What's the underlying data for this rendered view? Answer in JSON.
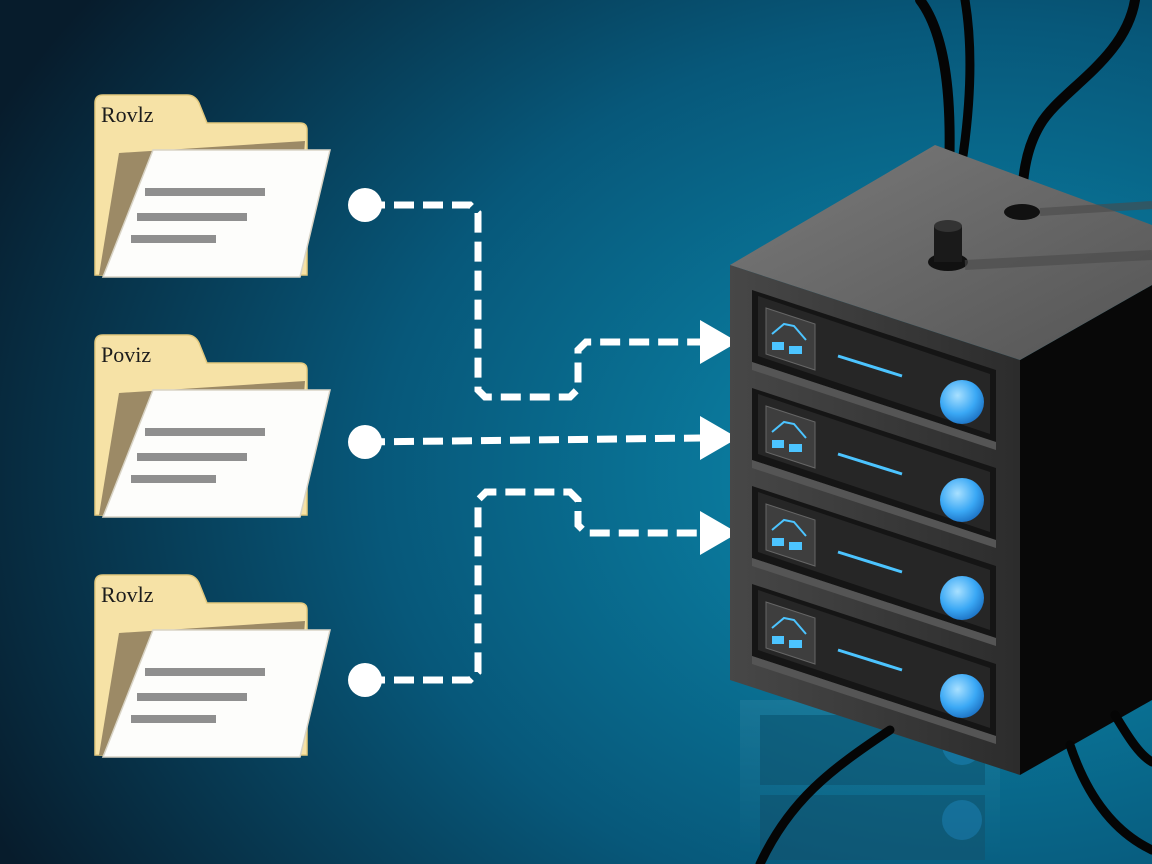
{
  "diagram": {
    "folders": [
      {
        "label": "Rovlz"
      },
      {
        "label": "Poviz"
      },
      {
        "label": "Rovlz"
      }
    ],
    "server": {
      "drive_count": 4
    },
    "colors": {
      "background_dark": "#071c2c",
      "background_light": "#0c8fb3",
      "folder_tab": "#f6e2a6",
      "folder_front": "#fdfdfb",
      "connector": "#ffffff",
      "server_top": "#6b6b6b",
      "server_front": "#3a3a3a",
      "server_side": "#080808",
      "status_light": "#3aa8f5",
      "indicator_line": "#4cc4ff"
    },
    "icons": [
      "folder-icon",
      "server-icon",
      "drive-bay-icon",
      "cable-icon",
      "arrow-icon"
    ]
  }
}
